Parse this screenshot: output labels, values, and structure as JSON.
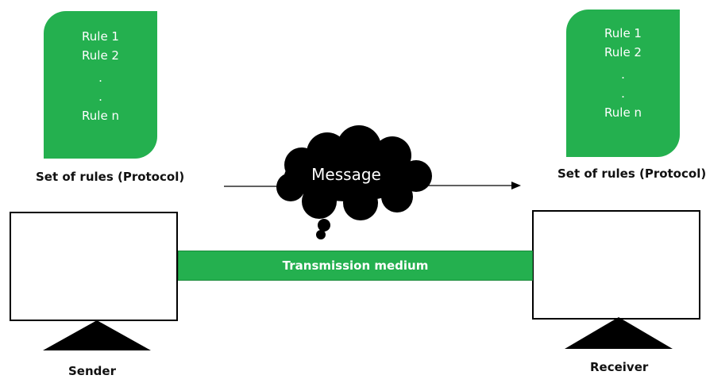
{
  "sender_rules": {
    "lines": [
      "Rule 1",
      "Rule 2",
      ".",
      ".",
      "Rule n"
    ],
    "caption": "Set of rules (Protocol)"
  },
  "receiver_rules": {
    "lines": [
      "Rule 1",
      "Rule 2",
      ".",
      ".",
      "Rule n"
    ],
    "caption": "Set of rules (Protocol)"
  },
  "message": {
    "label": "Message"
  },
  "medium": {
    "label": "Transmission medium"
  },
  "sender": {
    "label": "Sender"
  },
  "receiver": {
    "label": "Receiver"
  },
  "colors": {
    "rule_fill": "#24b04f",
    "medium_fill": "#24b04f",
    "cloud_fill": "#000000",
    "outline": "#000000"
  }
}
